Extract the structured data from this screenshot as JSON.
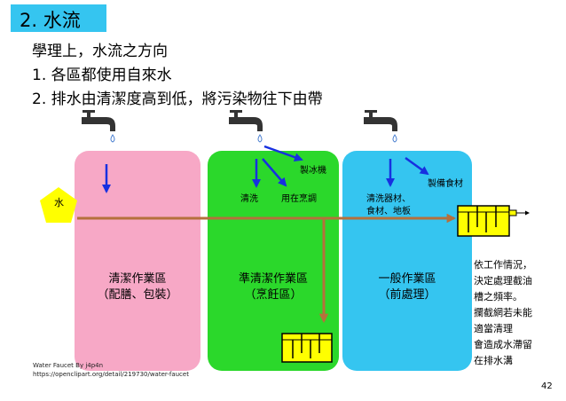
{
  "title": "2. 水流",
  "intro": [
    "學理上，水流之方向",
    "1.  各區都使用自來水",
    "2.  排水由清潔度高到低，將污染物往下由帶"
  ],
  "water_source": "水",
  "zones": [
    {
      "name": "清潔作業區",
      "sub": "（配膳、包裝）"
    },
    {
      "name": "準清潔作業區",
      "sub": "（烹飪區）"
    },
    {
      "name": "一般作業區",
      "sub": "（前處理）"
    }
  ],
  "uses": {
    "ice_machine": "製冰機",
    "wash": "清洗",
    "cooking": "用在烹調",
    "prep_food": "製備食材",
    "wash_items_line1": "清洗器材、",
    "wash_items_line2": "食材、地板"
  },
  "note": [
    "依工作情況，",
    "決定處理截油",
    "槽之頻率。",
    "攔截網若未能",
    "適當清理",
    "會造成水滯留",
    "在排水溝"
  ],
  "credit": [
    "Water Faucet  By  j4p4n",
    "https://openclipart.org/detail/219730/water-faucet"
  ],
  "page_number": "42",
  "colors": {
    "title_bg": "#35c5f0",
    "clean_zone": "#f7a8c6",
    "semi_clean_zone": "#2bd82b",
    "general_zone": "#35c5f0",
    "water_arrow": "#1730e0",
    "drain_arrow": "#b5703c",
    "grease_trap": "#ffff00",
    "water_pentagon": "#ffff00"
  },
  "icons": [
    "faucet-icon",
    "water-drop-icon",
    "grease-trap-icon"
  ]
}
